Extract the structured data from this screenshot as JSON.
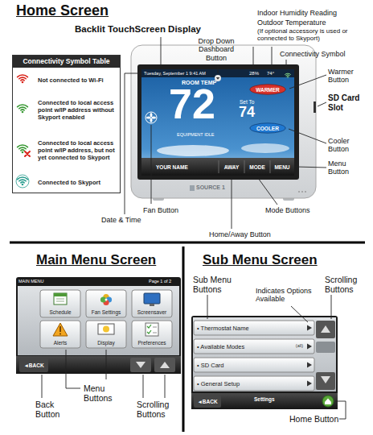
{
  "diagram": {
    "nodes": [
      {
        "text": [
          "Connectivity Symbol Table"
        ]
      },
      {
        "text": [
          "Not connected to Wi-Fi"
        ],
        "in": 0
      },
      {
        "text": [
          "Connected to local access point w/IP address without Skyport enabled"
        ],
        "in": 0
      },
      {
        "text": [
          "Connected to local access point w/IP address, but not yet connected to Skyport"
        ],
        "in": 0
      },
      {
        "text": [
          "Connected to Skyport"
        ],
        "in": 0
      },
      {
        "text": [
          "Tuesday, September 1 9:41 AM",
          "28%",
          "74°",
          "ROOM TEMP",
          "72",
          "EQUIPMENT IDLE",
          "Set To",
          "74"
        ]
      },
      {
        "text": [
          "WARMER"
        ],
        "in": 5
      },
      {
        "text": [
          "COOLER"
        ],
        "in": 5
      },
      {
        "text": [
          "YOUR NAME"
        ],
        "in": 5
      },
      {
        "text": [
          "AWAY"
        ],
        "in": 5
      },
      {
        "text": [
          "MODE"
        ],
        "in": 5
      },
      {
        "text": [
          "MENU"
        ],
        "in": 5
      },
      {
        "text": [
          "MAIN MENU",
          "Page 1 of 2"
        ]
      },
      {
        "text": [
          "Schedule"
        ],
        "in": 12
      },
      {
        "text": [
          "Fan Settings"
        ],
        "in": 12
      },
      {
        "text": [
          "Screensaver"
        ],
        "in": 12
      },
      {
        "text": [
          "Alerts"
        ],
        "in": 12
      },
      {
        "text": [
          "Display"
        ],
        "in": 12
      },
      {
        "text": [
          "Preferences"
        ],
        "in": 12
      },
      {
        "text": [
          "◄BACK"
        ],
        "in": 12
      },
      {
        "text": [
          "Settings"
        ]
      },
      {
        "text": [
          "• Thermostat Name"
        ],
        "in": 20
      },
      {
        "text": [
          "• Available Modes",
          "(all)"
        ],
        "in": 20
      },
      {
        "text": [
          "• SD Card"
        ],
        "in": 20
      },
      {
        "text": [
          "• General Setup"
        ],
        "in": 20
      },
      {
        "text": [
          "◄BACK"
        ],
        "in": 20
      }
    ],
    "labels": [
      "Home Screen",
      "Backlit TouchScreen Display",
      "Drop Down Dashboard Button",
      "Indoor Humidity Reading",
      "Outdoor Temperature",
      "(If optional accessory is used or connected to Skyport)",
      "Connectivity Symbol",
      "Warmer Button",
      "SD Card Slot",
      "Cooler Button",
      "Menu Button",
      "Mode Buttons",
      "Fan Button",
      "Date & Time",
      "Home/Away Button",
      "SOURCE 1",
      "Main Menu Screen",
      "Menu Buttons",
      "Back Button",
      "Scrolling Buttons",
      "Sub Menu Screen",
      "Sub Menu Buttons",
      "Indicates Options Available",
      "Scrolling Buttons",
      "Home Button"
    ]
  }
}
